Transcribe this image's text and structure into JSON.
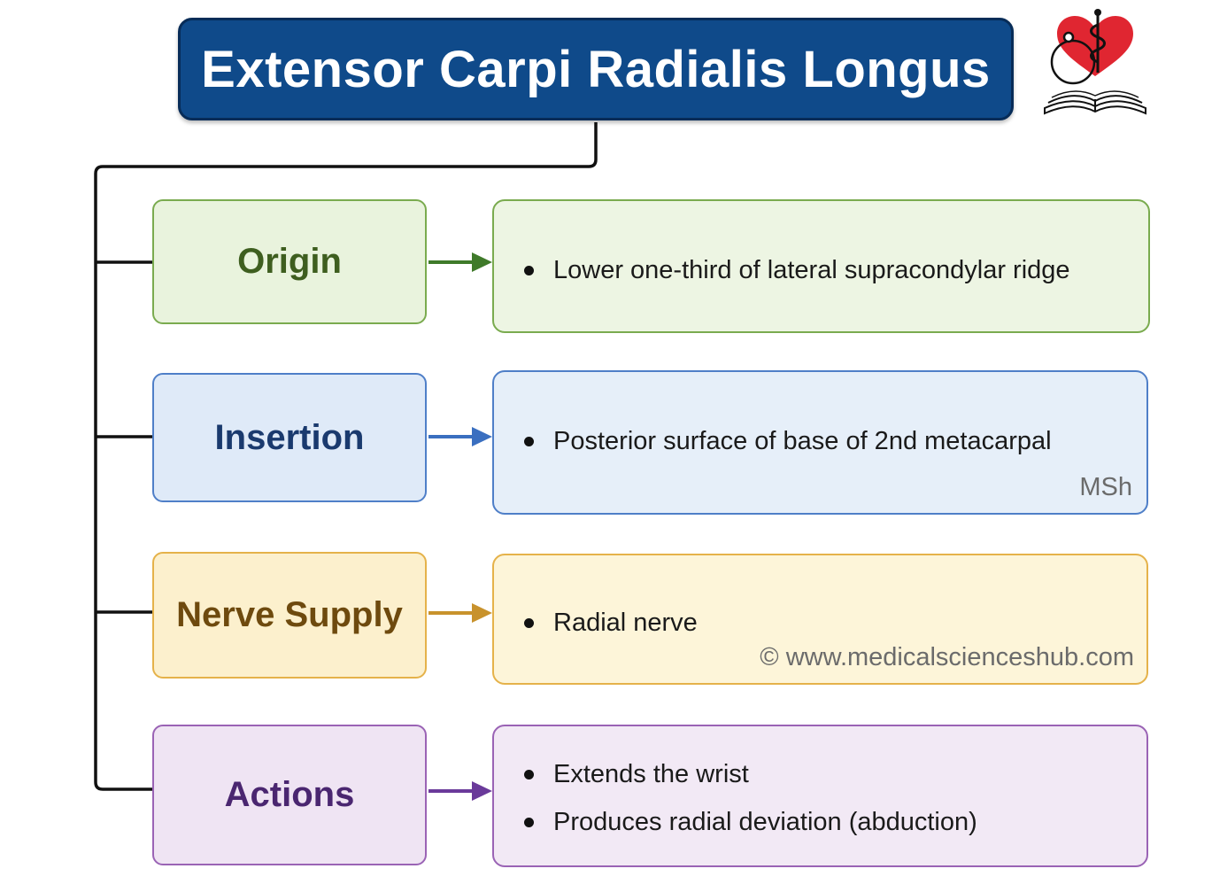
{
  "title": "Extensor Carpi Radialis Longus",
  "sections": [
    {
      "label": "Origin",
      "items": [
        "Lower one-third of lateral supracondylar ridge"
      ],
      "colors": {
        "label_bg": "#e9f3dd",
        "detail_bg": "#edf5e3",
        "border": "#7aab4f",
        "text": "#3e5e1f",
        "arrow": "#3f7a2a"
      }
    },
    {
      "label": "Insertion",
      "items": [
        "Posterior surface of base of 2nd metacarpal"
      ],
      "watermark": "MSh",
      "colors": {
        "label_bg": "#dfeaf8",
        "detail_bg": "#e6eff9",
        "border": "#4f7fc8",
        "text": "#1a3a6e",
        "arrow": "#3a6fc0"
      }
    },
    {
      "label": "Nerve Supply",
      "items": [
        "Radial nerve"
      ],
      "watermark": "© www.medicalscienceshub.com",
      "colors": {
        "label_bg": "#fcf0cd",
        "detail_bg": "#fdf5d9",
        "border": "#e5b24a",
        "text": "#6e4a0e",
        "arrow": "#c8922c"
      }
    },
    {
      "label": "Actions",
      "items": [
        "Extends the wrist",
        "Produces radial deviation (abduction)"
      ],
      "colors": {
        "label_bg": "#efe4f3",
        "detail_bg": "#f2e9f5",
        "border": "#9a63b5",
        "text": "#4a2670",
        "arrow": "#6a3a9a"
      }
    }
  ],
  "logo_icon": "heart-caduceus-book-logo"
}
